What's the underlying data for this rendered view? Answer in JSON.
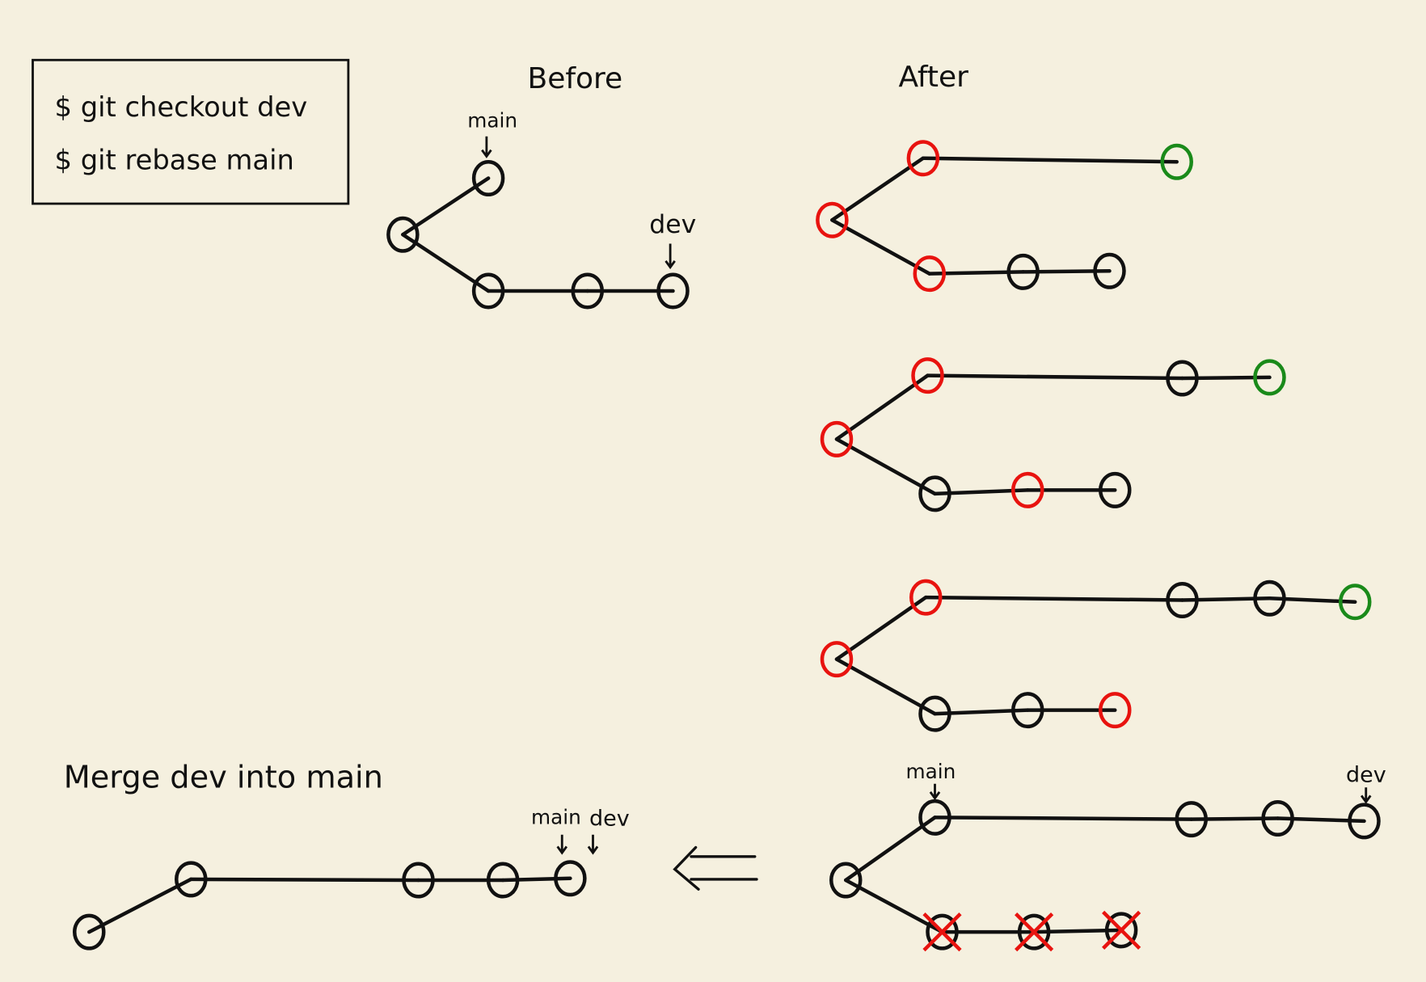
{
  "commands": [
    "$ git checkout dev",
    "$ git rebase main"
  ],
  "headings": {
    "before": "Before",
    "after": "After",
    "merge": "Merge dev into main"
  },
  "labels": {
    "main": "main",
    "dev": "dev"
  },
  "colors": {
    "black": "#111111",
    "red": "#e8130f",
    "green": "#1a8a1a",
    "background": "#f5f0df"
  },
  "diagrams": {
    "before": {
      "branch_point": "black",
      "main": [
        "black"
      ],
      "dev": [
        "black",
        "black",
        "black"
      ]
    },
    "after_steps": [
      {
        "root": "red",
        "top": [
          "red",
          "green"
        ],
        "bottom": [
          "red",
          "black",
          "black"
        ]
      },
      {
        "root": "red",
        "top": [
          "red",
          "black",
          "green"
        ],
        "bottom": [
          "black",
          "red",
          "black"
        ]
      },
      {
        "root": "red",
        "top": [
          "red",
          "black",
          "black",
          "green"
        ],
        "bottom": [
          "black",
          "black",
          "red"
        ]
      },
      {
        "root": "black",
        "top": [
          "black",
          "black",
          "black",
          "black"
        ],
        "bottom": [
          "crossed",
          "crossed",
          "crossed"
        ]
      }
    ],
    "merged": [
      "black",
      "black",
      "black",
      "black",
      "black"
    ]
  }
}
